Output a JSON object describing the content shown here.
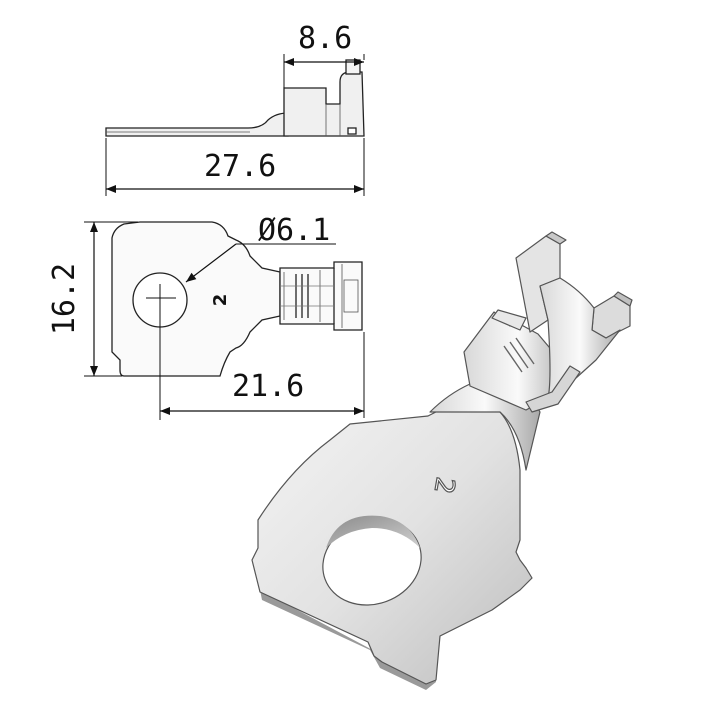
{
  "dimensions": {
    "crimp_width": "8.6",
    "overall_length": "27.6",
    "hole_diameter": "Ø6.1",
    "tongue_width": "16.2",
    "hole_to_end": "21.6"
  },
  "markings": {
    "size_code": "2"
  },
  "icons": {
    "arrow": "arrowhead",
    "center_mark": "crosshair"
  }
}
